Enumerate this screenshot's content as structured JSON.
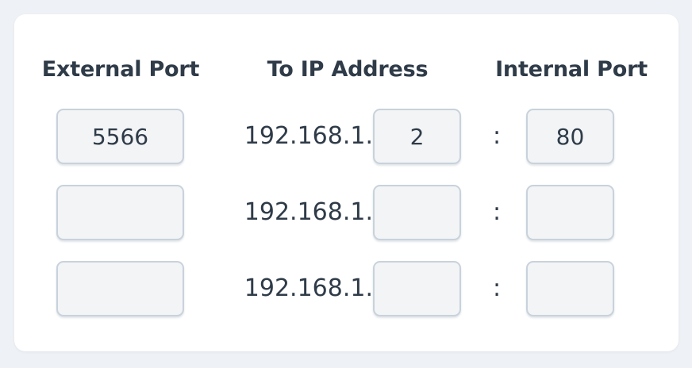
{
  "card": {
    "columns": [
      {
        "key": "external_port",
        "label": "External Port"
      },
      {
        "key": "to_ip_address",
        "label": "To IP Address"
      },
      {
        "key": "internal_port",
        "label": "Internal Port"
      }
    ],
    "ip_prefix": "192.168.1.",
    "port_separator": ":",
    "rows": [
      {
        "external_port": "5566",
        "ip_octet": "2",
        "internal_port": "80"
      },
      {
        "external_port": "",
        "ip_octet": "",
        "internal_port": ""
      },
      {
        "external_port": "",
        "ip_octet": "",
        "internal_port": ""
      }
    ]
  },
  "colors": {
    "page_background": "#eef1f5",
    "card_background": "#ffffff",
    "text": "#2f3b48",
    "field_background": "#f2f4f6",
    "field_border": "#c9d2dc"
  }
}
